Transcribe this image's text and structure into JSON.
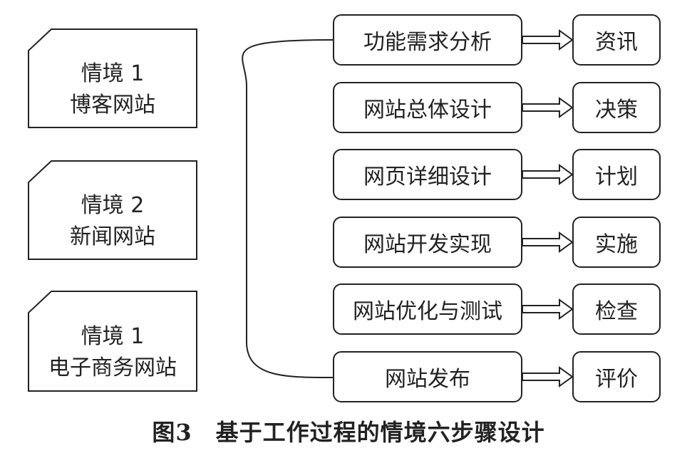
{
  "scenarios": [
    {
      "title": "情境 1",
      "name": "博客网站"
    },
    {
      "title": "情境 2",
      "name": "新闻网站"
    },
    {
      "title": "情境 1",
      "name": "电子商务网站"
    }
  ],
  "steps": [
    {
      "label": "功能需求分析",
      "phase": "资讯"
    },
    {
      "label": "网站总体设计",
      "phase": "决策"
    },
    {
      "label": "网页详细设计",
      "phase": "计划"
    },
    {
      "label": "网站开发实现",
      "phase": "实施"
    },
    {
      "label": "网站优化与测试",
      "phase": "检查"
    },
    {
      "label": "网站发布",
      "phase": "评价"
    }
  ],
  "caption": "图3　基于工作过程的情境六步骤设计"
}
